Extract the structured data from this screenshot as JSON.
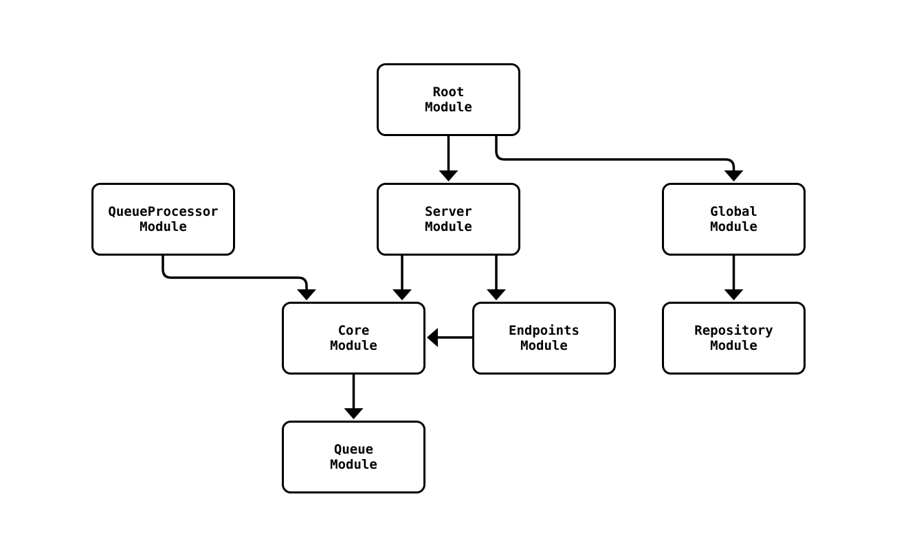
{
  "diagram": {
    "type": "module-dependency-flowchart",
    "background_color": "#ffffff",
    "line_color": "#000000",
    "node_fill": "#ffffff",
    "nodes": [
      {
        "id": "root",
        "label": "Root\nModule"
      },
      {
        "id": "queueprocessor",
        "label": "QueueProcessor\nModule"
      },
      {
        "id": "server",
        "label": "Server\nModule"
      },
      {
        "id": "global",
        "label": "Global\nModule"
      },
      {
        "id": "core",
        "label": "Core\nModule"
      },
      {
        "id": "endpoints",
        "label": "Endpoints\nModule"
      },
      {
        "id": "repository",
        "label": "Repository\nModule"
      },
      {
        "id": "queue",
        "label": "Queue\nModule"
      }
    ],
    "edges": [
      {
        "from": "root",
        "to": "server"
      },
      {
        "from": "root",
        "to": "global"
      },
      {
        "from": "queueprocessor",
        "to": "core"
      },
      {
        "from": "server",
        "to": "core"
      },
      {
        "from": "server",
        "to": "endpoints"
      },
      {
        "from": "endpoints",
        "to": "core"
      },
      {
        "from": "global",
        "to": "repository"
      },
      {
        "from": "core",
        "to": "queue"
      }
    ]
  }
}
